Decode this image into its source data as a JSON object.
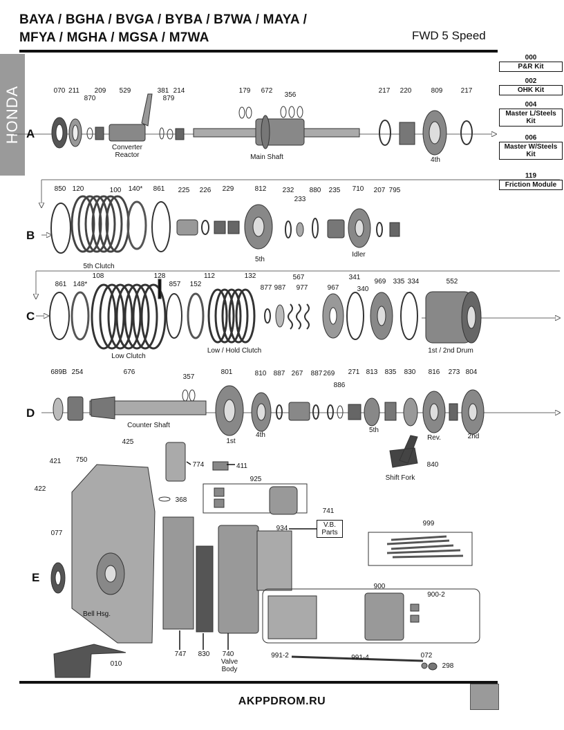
{
  "header": {
    "title_line1": "BAYA / BGHA / BVGA / BYBA / B7WA / MAYA /",
    "title_line2": "MFYA / MGHA / MGSA / M7WA",
    "subtitle": "FWD 5 Speed",
    "brand": "HONDA"
  },
  "rows": [
    "A",
    "B",
    "C",
    "D",
    "E"
  ],
  "kits": [
    {
      "code": "000",
      "name": "P&R Kit"
    },
    {
      "code": "002",
      "name": "OHK Kit"
    },
    {
      "code": "004",
      "name": "Master L/Steels Kit"
    },
    {
      "code": "006",
      "name": "Master W/Steels Kit"
    },
    {
      "code": "119",
      "name": "Friction Module"
    }
  ],
  "parts": {
    "a": [
      "070",
      "211",
      "870",
      "209",
      "529",
      "381",
      "879",
      "214",
      "179",
      "672",
      "356",
      "217",
      "220",
      "809",
      "217"
    ],
    "b": [
      "850",
      "120",
      "100",
      "140*",
      "861",
      "225",
      "226",
      "229",
      "812",
      "232",
      "233",
      "880",
      "235",
      "710",
      "207",
      "795"
    ],
    "c": [
      "861",
      "148*",
      "108",
      "128",
      "857",
      "152",
      "112",
      "132",
      "567",
      "877",
      "987",
      "977",
      "967",
      "341",
      "340",
      "969",
      "335",
      "334",
      "552"
    ],
    "d": [
      "689B",
      "254",
      "676",
      "357",
      "801",
      "810",
      "887",
      "267",
      "887",
      "269",
      "886",
      "271",
      "813",
      "835",
      "830",
      "816",
      "273",
      "804"
    ],
    "e": [
      "421",
      "750",
      "425",
      "774",
      "411",
      "422",
      "368",
      "925",
      "741",
      "077",
      "934",
      "999",
      "900",
      "900-2",
      "747",
      "830",
      "740",
      "991-2",
      "991-4",
      "072",
      "298",
      "010",
      "840"
    ]
  },
  "captions": {
    "converter_reactor_1": "Converter",
    "converter_reactor_2": "Reactor",
    "main_shaft": "Main Shaft",
    "fourth": "4th",
    "fifth_clutch": "5th Clutch",
    "fifth": "5th",
    "idler": "Idler",
    "low_clutch": "Low Clutch",
    "low_hold_clutch": "Low / Hold Clutch",
    "drum": "1st / 2nd Drum",
    "counter_shaft": "Counter Shaft",
    "first": "1st",
    "fourth_d": "4th",
    "fifth_d": "5th",
    "rev": "Rev.",
    "second": "2nd",
    "shift_fork": "Shift Fork",
    "vb_parts_1": "V.B.",
    "vb_parts_2": "Parts",
    "bell_hsg": "Bell Hsg.",
    "valve_body_1": "Valve",
    "valve_body_2": "Body"
  },
  "footer": "AKPPDROM.RU"
}
